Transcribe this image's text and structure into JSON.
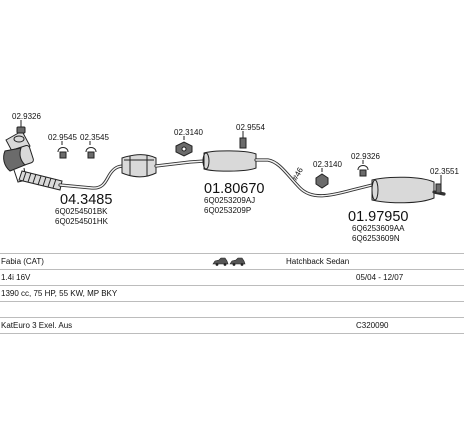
{
  "clamps": {
    "c1": "02.9326",
    "c2": "02.9545",
    "c3": "02.3545",
    "c4": "02.3140",
    "c5": "02.9554",
    "c6": "#46",
    "c7": "02.3140",
    "c8": "02.9326",
    "c9": "02.3551"
  },
  "parts": {
    "p1": {
      "number": "04.3485",
      "oem1": "6Q0254501BK",
      "oem2": "6Q0254501HK"
    },
    "p2": {
      "number": "01.80670",
      "oem1": "6Q0253209AJ",
      "oem2": "6Q0253209P"
    },
    "p3": {
      "number": "01.97950",
      "oem1": "6Q6253609AA",
      "oem2": "6Q6253609N"
    }
  },
  "info": {
    "model": "Fabia (CAT)",
    "body": "Hatchback Sedan",
    "engine": "1.4i 16V",
    "years": "05/04 - 12/07",
    "specs": "1390 cc, 75 HP, 55 KW, MP BKY",
    "emission": "KatEuro 3 Exel. Aus",
    "code": "C320090"
  },
  "icons": {
    "body_type": "car-silhouettes-icon"
  }
}
